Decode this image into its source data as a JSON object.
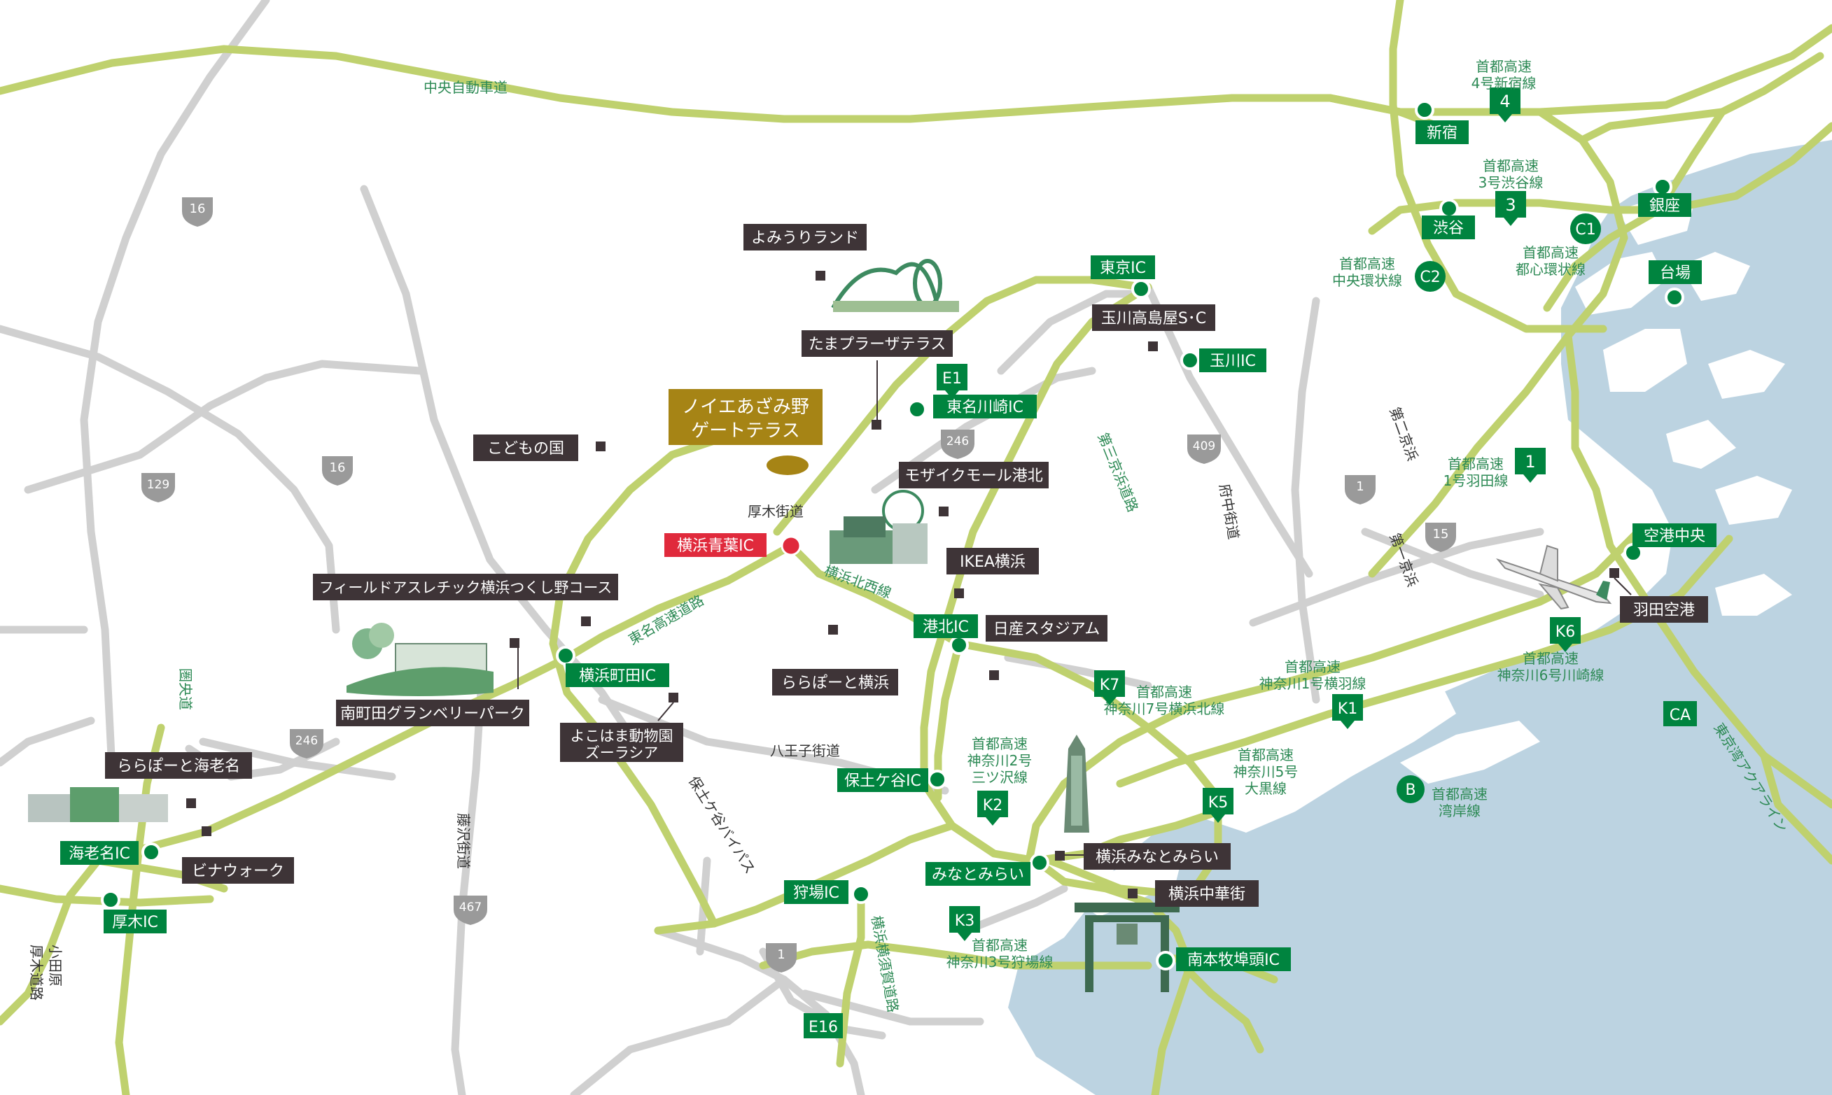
{
  "colors": {
    "sea": "#bcd3e1",
    "land": "#ffffff",
    "expressway": "#bfd16e",
    "local_road": "#d0d0d0",
    "ic_green": "#00843f",
    "label_dark": "#3e3437",
    "highlight_gold": "#a68415",
    "highlight_red": "#e02a3c",
    "road_text_green": "#2d8a55",
    "road_text_dark": "#333333"
  },
  "ic_labels": [
    {
      "text": "新宿"
    },
    {
      "text": "渋谷"
    },
    {
      "text": "台場"
    },
    {
      "text": "銀座"
    },
    {
      "text": "東京IC"
    },
    {
      "text": "玉川IC"
    },
    {
      "text": "東名川崎IC"
    },
    {
      "text": "港北IC"
    },
    {
      "text": "横浜町田IC"
    },
    {
      "text": "保土ケ谷IC"
    },
    {
      "text": "みなとみらい"
    },
    {
      "text": "狩場IC"
    },
    {
      "text": "南本牧埠頭IC"
    },
    {
      "text": "空港中央"
    },
    {
      "text": "海老名IC"
    },
    {
      "text": "厚木IC"
    }
  ],
  "ic_red_label": "横浜青葉IC",
  "highlight_label_line1": "ノイエあざみ野",
  "highlight_label_line2": "ゲートテラス",
  "poi_labels": [
    {
      "text": "よみうりランド"
    },
    {
      "text": "たまプラーザテラス"
    },
    {
      "text": "玉川高島屋S･C"
    },
    {
      "text": "こどもの国"
    },
    {
      "text": "モザイクモール港北"
    },
    {
      "text": "IKEA横浜"
    },
    {
      "text": "日産スタジアム"
    },
    {
      "text": "ららぽーと横浜"
    },
    {
      "text": "フィールドアスレチック横浜つくし野コース"
    },
    {
      "text": "南町田グランベリーパーク"
    },
    {
      "text": "よこはま動物園"
    },
    {
      "text": "ズーラシア"
    },
    {
      "text": "ららぽーと海老名"
    },
    {
      "text": "ビナウォーク"
    },
    {
      "text": "横浜みなとみらい"
    },
    {
      "text": "横浜中華街"
    },
    {
      "text": "羽田空港"
    }
  ],
  "route_badges": [
    {
      "text": "4"
    },
    {
      "text": "3"
    },
    {
      "text": "C1"
    },
    {
      "text": "C2"
    },
    {
      "text": "1"
    },
    {
      "text": "E1"
    },
    {
      "text": "K7"
    },
    {
      "text": "K6"
    },
    {
      "text": "K1"
    },
    {
      "text": "K5"
    },
    {
      "text": "K2"
    },
    {
      "text": "K3"
    },
    {
      "text": "E16"
    },
    {
      "text": "B"
    },
    {
      "text": "CA"
    }
  ],
  "route_shields": [
    {
      "text": "16"
    },
    {
      "text": "16"
    },
    {
      "text": "129"
    },
    {
      "text": "246"
    },
    {
      "text": "246"
    },
    {
      "text": "409"
    },
    {
      "text": "1"
    },
    {
      "text": "15"
    },
    {
      "text": "467"
    },
    {
      "text": "1"
    }
  ],
  "road_labels_green": [
    {
      "text": "中央自動車道"
    },
    {
      "text": "首都高速"
    },
    {
      "text": "4号新宿線"
    },
    {
      "text": "首都高速"
    },
    {
      "text": "3号渋谷線"
    },
    {
      "text": "首都高速"
    },
    {
      "text": "中央環状線"
    },
    {
      "text": "首都高速"
    },
    {
      "text": "都心環状線"
    },
    {
      "text": "首都高速"
    },
    {
      "text": "1号羽田線"
    },
    {
      "text": "首都高速"
    },
    {
      "text": "神奈川6号川崎線"
    },
    {
      "text": "首都高速"
    },
    {
      "text": "神奈川1号横羽線"
    },
    {
      "text": "首都高速"
    },
    {
      "text": "神奈川7号横浜北線"
    },
    {
      "text": "首都高速"
    },
    {
      "text": "神奈川5号"
    },
    {
      "text": "大黒線"
    },
    {
      "text": "首都高速"
    },
    {
      "text": "湾岸線"
    },
    {
      "text": "首都高速"
    },
    {
      "text": "神奈川2号"
    },
    {
      "text": "三ツ沢線"
    },
    {
      "text": "首都高速"
    },
    {
      "text": "神奈川3号狩場線"
    },
    {
      "text": "東名高速道路"
    },
    {
      "text": "横浜北西線"
    },
    {
      "text": "東京湾アクアライン"
    }
  ],
  "road_labels_dark": [
    {
      "text": "厚木街道"
    },
    {
      "text": "八王子街道"
    }
  ],
  "road_labels_vertical_green": [
    {
      "text": "第三京浜道路"
    },
    {
      "text": "圏央道"
    },
    {
      "text": "横浜横須賀道路"
    }
  ],
  "road_labels_vertical_dark": [
    {
      "text": "府中街道"
    },
    {
      "text": "第一京浜"
    },
    {
      "text": "第二京浜"
    },
    {
      "text": "保土ケ谷バイパス"
    },
    {
      "text": "藤沢街道"
    },
    {
      "text": "小田原"
    },
    {
      "text": "厚木道路"
    }
  ]
}
